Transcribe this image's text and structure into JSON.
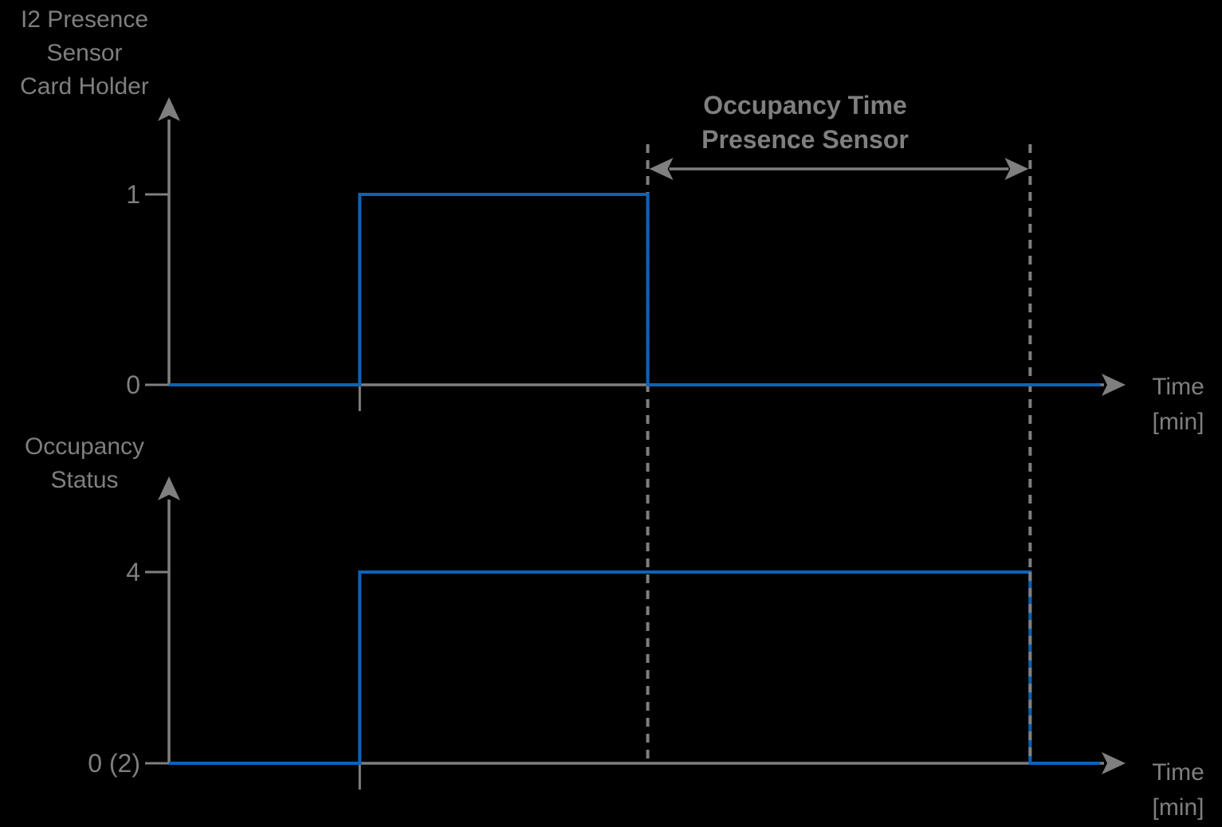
{
  "colors": {
    "background": "#000000",
    "signal_blue": "#0b63ba",
    "axis_gray": "#7f7f7f",
    "text_gray": "#7f7f7f"
  },
  "annotation": {
    "label_lines": [
      "Occupancy Time",
      "Presence Sensor"
    ],
    "span_x": [
      0.512,
      0.921
    ]
  },
  "chart_data": [
    {
      "type": "line",
      "subtype": "step-signal",
      "ylabel_lines": [
        "I2 Presence",
        "Sensor",
        "Card Holder"
      ],
      "xlabel_lines": [
        "Time",
        "[min]"
      ],
      "yticks": [
        {
          "value": 1,
          "label": "1"
        },
        {
          "value": 0,
          "label": "0"
        }
      ],
      "x_axis_note": "no numeric x tick labels shown; x given as fraction of visible time axis",
      "points": [
        [
          0,
          0
        ],
        [
          0.204,
          0
        ],
        [
          0.204,
          1
        ],
        [
          0.512,
          1
        ],
        [
          0.512,
          0
        ],
        [
          0.996,
          0
        ]
      ]
    },
    {
      "type": "line",
      "subtype": "step-signal",
      "ylabel_lines": [
        "Occupancy",
        "Status"
      ],
      "xlabel_lines": [
        "Time",
        "[min]"
      ],
      "yticks": [
        {
          "value": 4,
          "label": "4"
        },
        {
          "value": 0,
          "label": "0 (2)"
        }
      ],
      "x_axis_note": "no numeric x tick labels shown; x given as fraction of visible time axis",
      "points": [
        [
          0,
          0
        ],
        [
          0.204,
          0
        ],
        [
          0.204,
          4
        ],
        [
          0.921,
          4
        ],
        [
          0.921,
          0
        ],
        [
          0.996,
          0
        ]
      ]
    }
  ]
}
